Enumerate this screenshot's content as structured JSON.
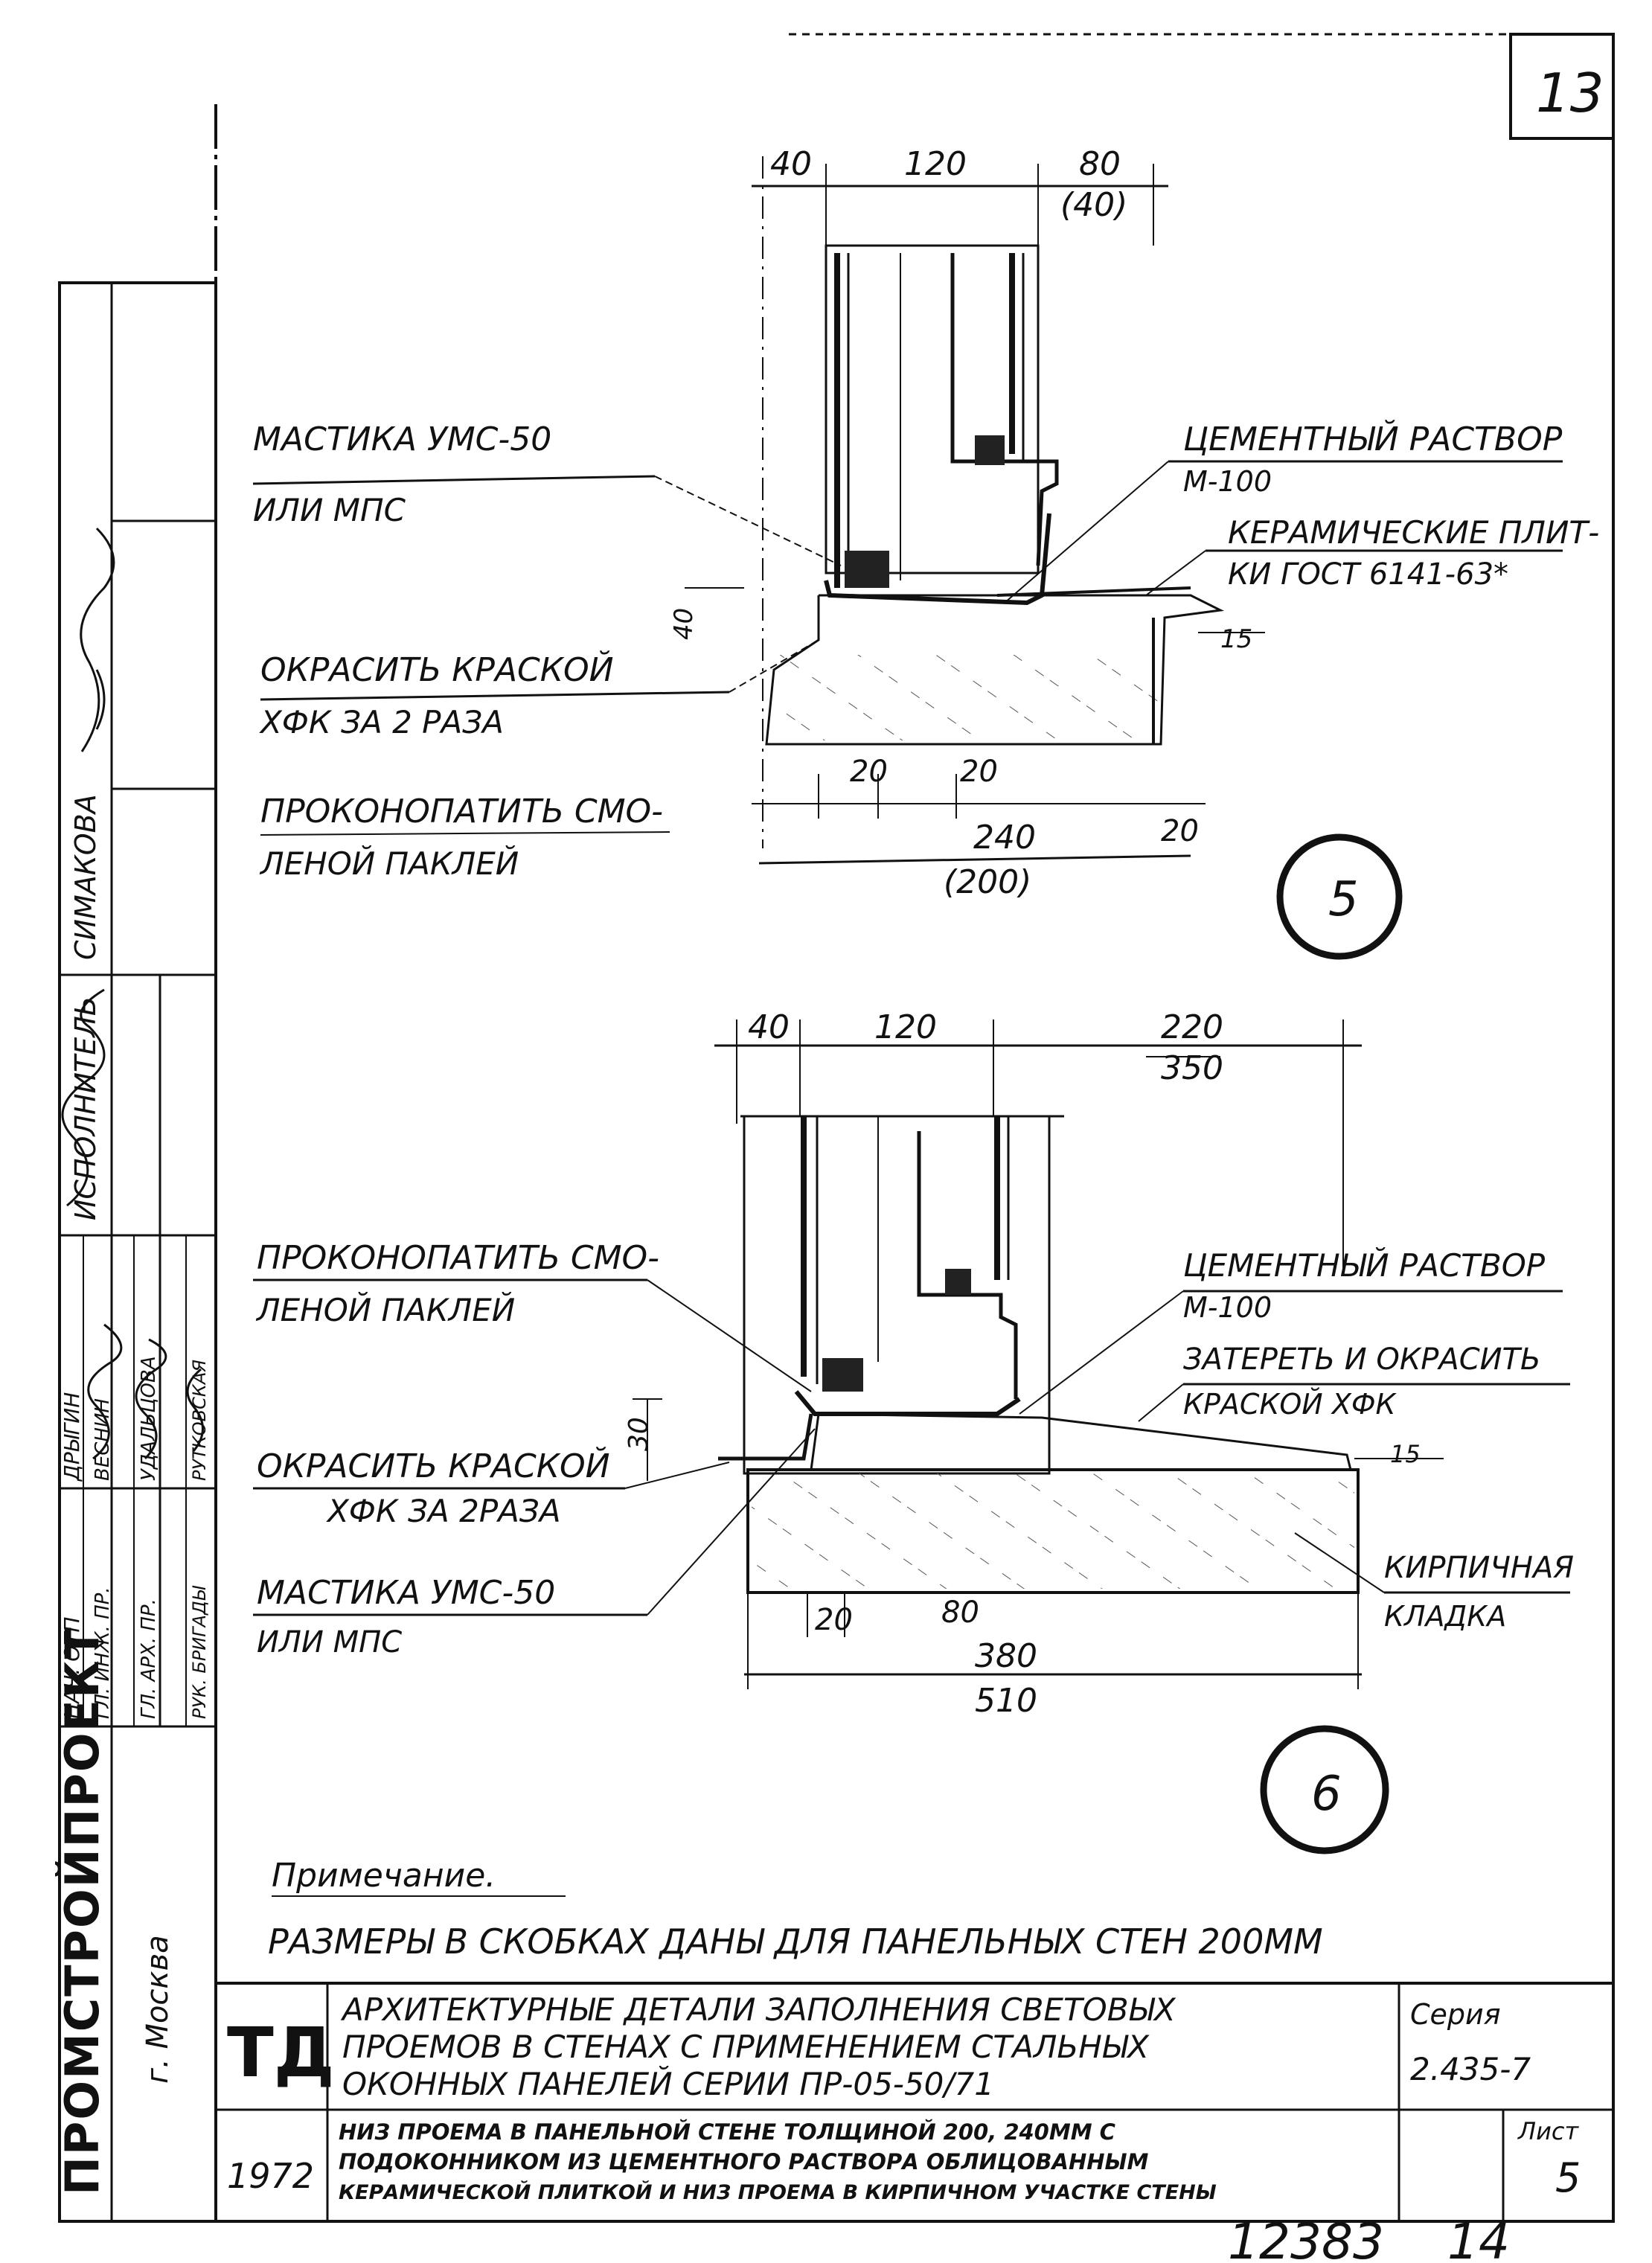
{
  "sheet_number": "13",
  "bottom_numbers": {
    "archive": "12383",
    "page": "14"
  },
  "detail_5": {
    "marker": "5",
    "dims_top": {
      "left": "40",
      "mid": "120",
      "right": "80",
      "right_alt": "(40)"
    },
    "dims_bottom": {
      "a": "20",
      "b": "20",
      "width": "240",
      "width_alt": "(200)",
      "edge": "20",
      "step": "15",
      "side": "40"
    },
    "notes": {
      "mastic_1": "Мастика УМС-50",
      "mastic_2": "или МПС",
      "paint_1": "Окрасить краской",
      "paint_2": "ХФК за 2 раза",
      "caulk_1": "Проконопатить смо-",
      "caulk_2": "леной паклей",
      "mortar_1": "Цементный раствор",
      "mortar_2": "М-100",
      "tiles_1": "Керамические плит-",
      "tiles_2": "ки ГОСТ 6141-63*"
    }
  },
  "detail_6": {
    "marker": "6",
    "dims_top": {
      "left": "40",
      "mid": "120",
      "right": "220",
      "right_alt": "350"
    },
    "dims_bottom": {
      "a": "20",
      "b": "80",
      "width": "380",
      "width_alt": "510",
      "step": "15",
      "side": "30"
    },
    "notes": {
      "caulk_1": "Проконопатить смо-",
      "caulk_2": "леной паклей",
      "paint_1": "Окрасить краской",
      "paint_2": "ХФК за 2раза",
      "mastic_1": "Мастика УМС-50",
      "mastic_2": "или МПС",
      "mortar_1": "Цементный раствор",
      "mortar_2": "М-100",
      "trowel_1": "Затереть и окрасить",
      "trowel_2": "краской ХФК",
      "brick_1": "Кирпичная",
      "brick_2": "кладка"
    }
  },
  "note": {
    "title": "Примечание.",
    "text": "Размеры в скобках даны для панельных стен 200мм"
  },
  "title_block": {
    "mark": "ТД",
    "year": "1972",
    "title_line1": "Архитектурные детали заполнения световых",
    "title_line2": "проемов в стенах с применением стальных",
    "title_line3": "оконных панелей серии ПР-05-50/71",
    "desc_line1": "Низ проема в панельной стене толщиной 200, 240мм с",
    "desc_line2": "подоконником из цементного раствора облицованным",
    "desc_line3": "керамической плиткой и низ проема в кирпичном участке стены",
    "series_label": "Серия",
    "series_value": "2.435-7",
    "sheet_label": "Лист",
    "sheet_value": "5"
  },
  "side_stamp": {
    "org": "ПРОМСТРОЙПРОЕКТ",
    "city": "г. Москва",
    "executor_label": "Исполнитель",
    "executor_name": "Симакова",
    "roles": [
      {
        "role": "Нач. ОТП",
        "name": "Дрыгин"
      },
      {
        "role": "Гл. инж. пр.",
        "name": "Веснин"
      },
      {
        "role": "Гл. арх. пр.",
        "name": "Удальцова"
      },
      {
        "role": "Рук. бригады",
        "name": "Рутковская"
      }
    ]
  }
}
